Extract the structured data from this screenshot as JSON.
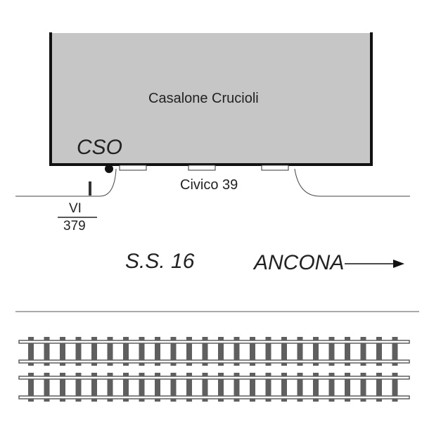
{
  "building": {
    "name": "Casalone Crucioli",
    "code": "CSO",
    "fill": "#c6c6c6"
  },
  "address": "Civico 39",
  "marker": {
    "top": "VI",
    "bottom": "379"
  },
  "road": {
    "name": "S.S. 16",
    "direction": "ANCONA"
  },
  "railway": {
    "tracks": 2,
    "color": "#5f5f5f"
  }
}
